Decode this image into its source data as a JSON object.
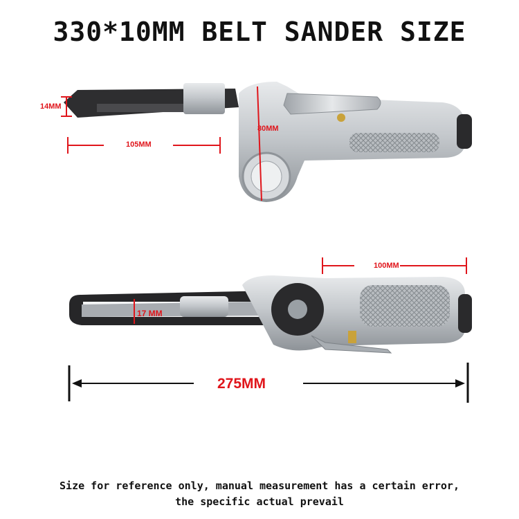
{
  "title": "330*10MM BELT SANDER SIZE",
  "top_view": {
    "belt_width": "14MM",
    "arm_length": "105MM",
    "height": "80MM"
  },
  "side_view": {
    "handle_length": "100MM",
    "belt_thickness": "17 MM",
    "total_length": "275MM"
  },
  "notes": {
    "line1": "Size for reference only, manual measurement has a certain error,",
    "line2": "the specific actual prevail"
  },
  "colors": {
    "dimension_red": "#e0151b",
    "metal": "#b8bcc0",
    "belt": "#3a3a3a"
  }
}
